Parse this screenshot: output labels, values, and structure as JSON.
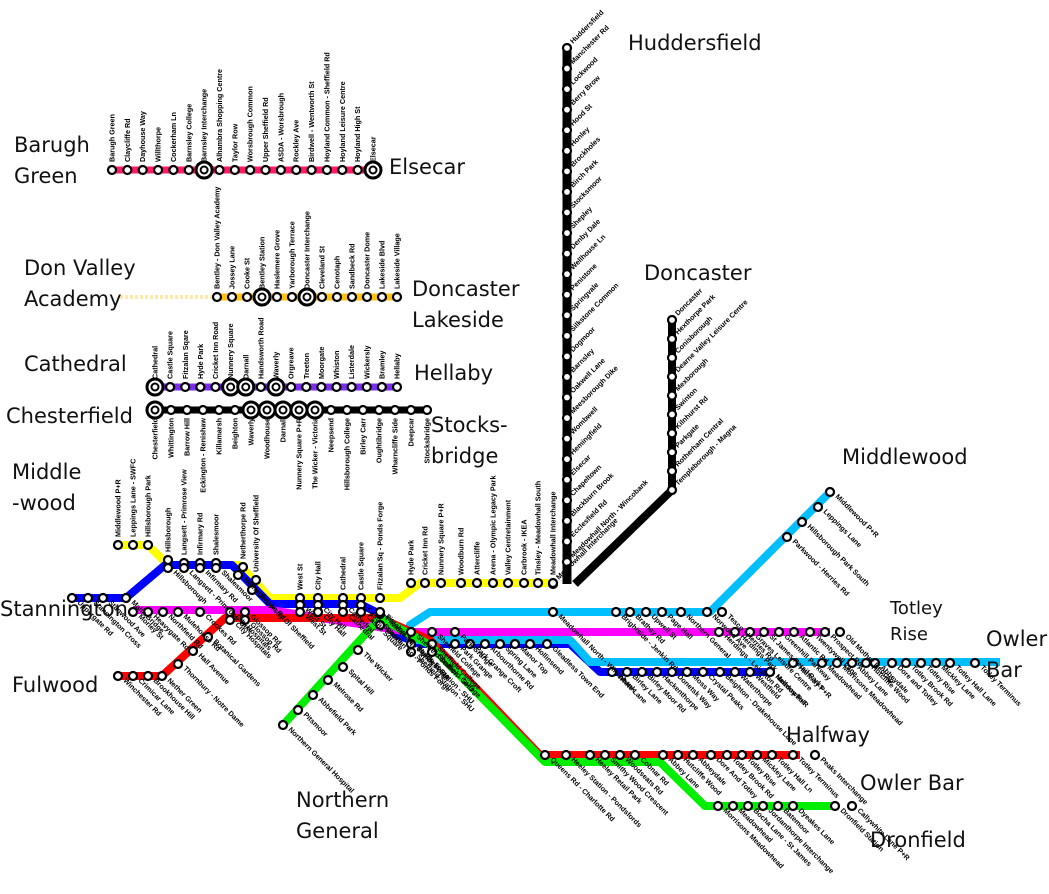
{
  "title": "Transit network diagram",
  "terminus_labels": {
    "barugh_green": "Barugh\nGreen",
    "elsecar": "Elsecar",
    "huddersfield": "Huddersfield",
    "don_valley_academy": "Don Valley\nAcademy",
    "doncaster_lakeside": "Doncaster\nLakeside",
    "doncaster": "Doncaster",
    "cathedral": "Cathedral",
    "hellaby": "Hellaby",
    "chesterfield": "Chesterfield",
    "stocksbridge": "Stocks-\nbridge",
    "middlewood_left": "Middle\n-wood",
    "middlewood_right": "Middlewood",
    "stannington": "Stannington",
    "fulwood": "Fulwood",
    "totley_rise": "Totley\nRise",
    "owler_bar_right": "Owler\nBar",
    "halfway": "Halfway",
    "owler_bar_lower": "Owler Bar",
    "dronfield": "Dronfield",
    "northern_general": "Northern\nGeneral"
  },
  "lines": [
    {
      "id": "barugh-elsecar",
      "color": "#ff1a66",
      "stations": [
        "Barugh Green",
        "Claycliffe Rd",
        "Dayhouse Way",
        "Willthorpe",
        "Cockerham Ln",
        "Barnsley College",
        "Barnsley Interchange",
        "Alhambra Shopping Centre",
        "Taylor Row",
        "Worsbrough Common",
        "Upper Sheffield Rd",
        "ASDA - Worsbrough",
        "Rockley Ave",
        "Birdwell - Wentworth St",
        "Hoyland Common - Sheffield Rd",
        "Hoyland Leisure Centre",
        "Hoyland High St",
        "Elsecar"
      ],
      "interchanges": [
        "Barnsley Interchange",
        "Elsecar"
      ]
    },
    {
      "id": "donvalley-lakeside",
      "color": "#ffc20e",
      "stations": [
        "Bentley - Don Valley Academy",
        "Jossey Lane",
        "Cooke St",
        "Bentley Station",
        "Haslemere Grove",
        "Yarborough Terrace",
        "Doncaster Interchange",
        "Cleveland St",
        "Cenotaph",
        "Sandbeck Rd",
        "Doncaster Dome",
        "Lakeside Blvd",
        "Lakeside Village"
      ],
      "interchanges": [
        "Bentley Station",
        "Doncaster Interchange"
      ]
    },
    {
      "id": "cathedral-hellaby",
      "color": "#7d2cf0",
      "stations": [
        "Cathedral",
        "Castle Square",
        "Fitzalan Sqare",
        "Hyde Park",
        "Cricket Inn Road",
        "Nunnery Square",
        "Darnall",
        "Handsworth Road",
        "Waverly",
        "Orgreave",
        "Treeton",
        "Moorgate",
        "Whiston",
        "Listerdale",
        "Wickersly",
        "Bramley",
        "Hellaby"
      ],
      "interchanges": [
        "Cathedral",
        "Nunnery Square",
        "Darnall",
        "Waverly"
      ]
    },
    {
      "id": "chesterfield-stocksbridge",
      "color": "#000000",
      "stations": [
        "Chesterfield",
        "Whittington",
        "Barrow Hill",
        "Eckington - Renishaw",
        "Killamarsh",
        "Beighton",
        "Waverly",
        "Woodhouse",
        "Darnall",
        "Nunnery Square P+R",
        "The Wicker - Victoria",
        "Neepsend",
        "Hillsborough College",
        "Birley Carr",
        "Oughtibridge",
        "Wharncliffe Side",
        "Deepcar",
        "Stocksbridge"
      ],
      "interchanges": [
        "Chesterfield",
        "Waverly",
        "Woodhouse",
        "Darnall",
        "Nunnery Square P+R",
        "The Wicker - Victoria"
      ]
    },
    {
      "id": "huddersfield-sheffield",
      "color": "#000000",
      "stations": [
        "Huddersfield",
        "Manchester Rd",
        "Lockwood",
        "Berry Brow",
        "Hood St",
        "Honley",
        "Brockholes",
        "Birch Park",
        "Stocksmoor",
        "Shepley",
        "Denby Dale",
        "Wellhouse Ln",
        "Penistone",
        "Springvale",
        "Silkstone Common",
        "Dogmoor",
        "Barnsley",
        "Oakwell Lane",
        "Meesborough Dike",
        "Wombwell",
        "Hemingfield",
        "Elsecar",
        "Chapeltown",
        "Blackburn Brook",
        "Ecclesfield Rd",
        "Meadowhall North - Wincobank",
        "Meadowhall Interchange"
      ]
    },
    {
      "id": "doncaster-meadowhall",
      "color": "#000000",
      "stations": [
        "Doncaster",
        "Hexthorpe Park",
        "Conisborough",
        "Dearne Valley Leisure Centre",
        "Mexborough",
        "Swinton",
        "Kilnhurst Rd",
        "Parkgate",
        "Rotherham Central",
        "Templeborough - Magna"
      ]
    },
    {
      "id": "middlewood-line",
      "color": "#ffff00",
      "stations": [
        "Middlewood P+R",
        "Leppings Lane - SWFC",
        "Hillsborough Park",
        "Hillsborough",
        "Langsett - Primrose View",
        "Infirmary Rd",
        "Shalesmoor",
        "Netherthorpe Rd",
        "University Of Sheffield",
        "West St",
        "City Hall",
        "Cathedral",
        "Castle Square",
        "Fitzalan Sq - Ponds Forge",
        "Hyde Park",
        "Cricket Inn Rd",
        "Nunnery Square P+R",
        "Woodburn Rd",
        "Attercliffe",
        "Arena - Olympic Legacy Park",
        "Valley Centretainment",
        "Carbrook - IKEA",
        "Tinsley - Meadowhall South",
        "Meadowhall Interchange"
      ]
    },
    {
      "id": "stannington-line",
      "color": "#0000ff",
      "stations": [
        "Uppergate Rd",
        "Stannington Cross",
        "Stanwood Ave",
        "Malin Bridge",
        "Hillsborough",
        "Langsett - Primrose View",
        "Infirmary Rd",
        "Shalesmoor",
        "Netherthorpe Rd",
        "University Of Sheffield",
        "West St",
        "City Hall",
        "Cathedral",
        "Castle Square",
        "Fitzalan Sq - Ponds Forge",
        "Sheffield Station - SHU",
        "Sheffield College",
        "Park Grange",
        "Park Grange Croft",
        "Arbourthorne Rd",
        "Spring Lane",
        "Manor Top",
        "Hollinsend",
        "Gleadless Town End",
        "White Lane",
        "Birley Lane",
        "Birley Moor Rd",
        "Hackenthorpe",
        "Donetsk Way",
        "Moss Way",
        "Crystal Peaks",
        "Beighton - Drakehouse Lane",
        "Waterthorpe",
        "Westfield",
        "Halfway P+R"
      ]
    },
    {
      "id": "magenta-line",
      "color": "#ff00ff",
      "stations": [
        "Morley St",
        "Heavygate Rd",
        "Northfield Rd",
        "Mulehouse Rd",
        "Crookes Rd",
        "City Hospitals",
        "Glossop Rd",
        "West St",
        "City Hall",
        "Cathedral",
        "Castle Square",
        "Fitzalan Sq - Ponds Forge",
        "Sheffield Station - SHU",
        "Sheffield College",
        "Park Grange",
        "Herdings - Leighton Rd",
        "Herdings Park",
        "Graves Leisure Centre",
        "St James Retail Parks",
        "Greenhill Parkway",
        "Atlantic Rd",
        "Twentywell Lane",
        "Prospect Rd",
        "Old Mother Redcap"
      ]
    },
    {
      "id": "sky-line",
      "color": "#00bfff",
      "stations": [
        "Middlewood P+R",
        "Leppings Lane",
        "Hillsborough Park South",
        "Parkwood - Herries Rd",
        "Tesco - Herries Rd",
        "Norwood Ave",
        "Northern General",
        "Page Hall",
        "Upwell St",
        "Brathay Rd",
        "Brightside - Jenkin Rd",
        "Meadowhall North - Wincobank",
        "Meadowhall",
        "Halfway P+R",
        "Meadowhead",
        "Morrisons Meadowhead",
        "Abbey Lane",
        "Hutcliffe Wood",
        "Abbeydale",
        "Dore and Totley",
        "Totley Brook Rd",
        "Totley Rise",
        "Mickley Lane",
        "Totley Hall Lane",
        "Totley Terminus",
        "Peaks Interchange"
      ]
    },
    {
      "id": "fulwood-line",
      "color": "#ff0000",
      "stations": [
        "Winchester Rd",
        "Crimicar Lane",
        "Brookhouse Hill",
        "Nether Green",
        "Thornbury - Notre Dame",
        "Hall Avenue",
        "Botanical Gardens",
        "City Hospitals",
        "Glossop Rd",
        "Queens Rd - Charlotte Rd",
        "Heeley Station - Pondsfords",
        "Heeley Retail Park",
        "Smithy Wood Crescent",
        "Woodseats Rd",
        "Cobnar Rd",
        "Abbey Lane",
        "Hutcliffe Wood",
        "Abbeydale",
        "Dore And Totley",
        "Totley Brook Rd",
        "Totley Rise",
        "Mickley Lane",
        "Totley Hall Ln",
        "Totley Terminus",
        "Peaks Interchange"
      ]
    },
    {
      "id": "northern-general-line",
      "color": "#00ee00",
      "stations": [
        "Northern General Hospital",
        "Pitsmoor",
        "Abbefield Park",
        "Melrose Rd",
        "Spital Hill",
        "The Wicker",
        "Fitzalan Sq - Ponds Forge",
        "Sheffield Station - SHU",
        "Sheffield College",
        "Morrisons Meadowhead",
        "Meadowhead",
        "Bocha Lane - St James",
        "Jordanthorpe Interchange",
        "Batemoor",
        "Dyeakes Lane",
        "Dronfield Station",
        "Callywhite Lane P+R"
      ]
    }
  ]
}
